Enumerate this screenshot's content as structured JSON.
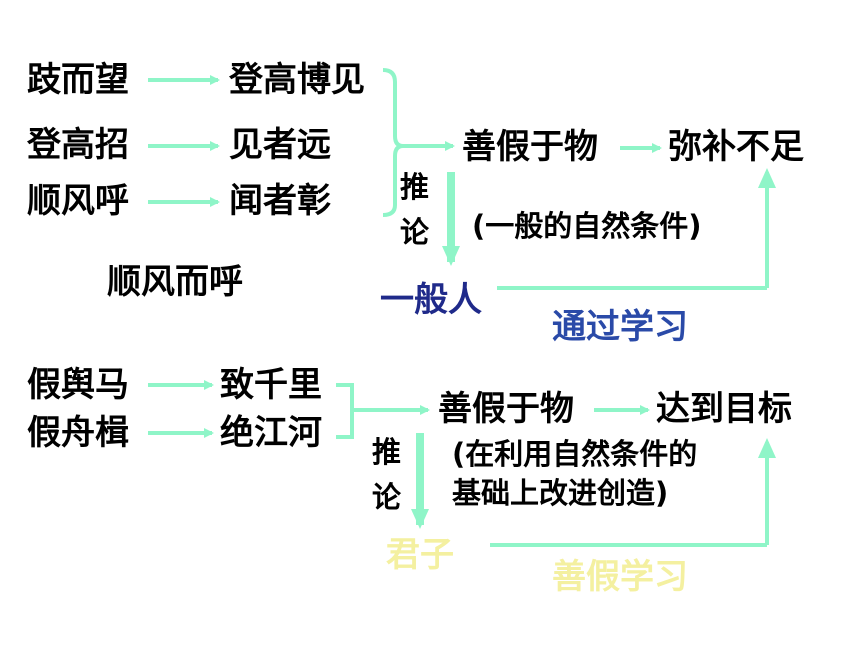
{
  "colors": {
    "arrow": "#8ff5c8",
    "bracket": "#8ff5c8",
    "general_person": "#1f2a8a",
    "learning_label": "#2a4aa8",
    "junzi": "#f4f0a0",
    "text": "#000000"
  },
  "top": {
    "left_items": [
      "跂而望",
      "登高招",
      "顺风呼"
    ],
    "right_items": [
      "登高博见",
      "见者远",
      "闻者彰"
    ],
    "extra": "顺风而呼",
    "main_step": "善假于物",
    "result": "弥补不足",
    "infer": [
      "推",
      "论"
    ],
    "note": "(一般的自然条件)",
    "person": "一般人",
    "path_label": "通过学习"
  },
  "bottom": {
    "left_items": [
      "假舆马",
      "假舟楫"
    ],
    "right_items": [
      "致千里",
      "绝江河"
    ],
    "main_step": "善假于物",
    "result": "达到目标",
    "infer": [
      "推",
      "论"
    ],
    "note_lines": [
      "(在利用自然条件的",
      "基础上改进创造)"
    ],
    "person": "君子",
    "path_label": "善假学习"
  }
}
